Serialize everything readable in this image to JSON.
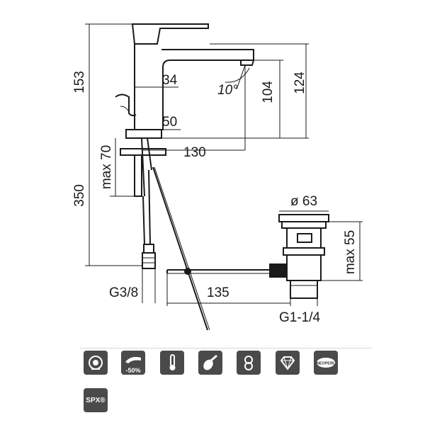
{
  "dimensions": {
    "d153": "153",
    "d34": "34",
    "d50": "50",
    "d104": "104",
    "d124": "124",
    "angle": "10°",
    "d130": "130",
    "max70": "max 70",
    "d350": "350",
    "g38": "G3/8",
    "d135": "135",
    "diam63": "ø 63",
    "max55": "max 55",
    "g114": "G1-1/4"
  },
  "icons": [
    {
      "name": "cartridge-icon"
    },
    {
      "name": "water-saving-icon",
      "label": "-50%"
    },
    {
      "name": "thermometer-icon"
    },
    {
      "name": "drumstick-icon"
    },
    {
      "name": "aerator-icon"
    },
    {
      "name": "diamond-icon"
    },
    {
      "name": "brand-seal-icon",
      "label": "NEOPERL"
    },
    {
      "name": "spx-logo-icon",
      "label": "SPX®"
    }
  ],
  "colors": {
    "line": "#1a1a1a",
    "icon_bg": "#4a4a4a"
  }
}
